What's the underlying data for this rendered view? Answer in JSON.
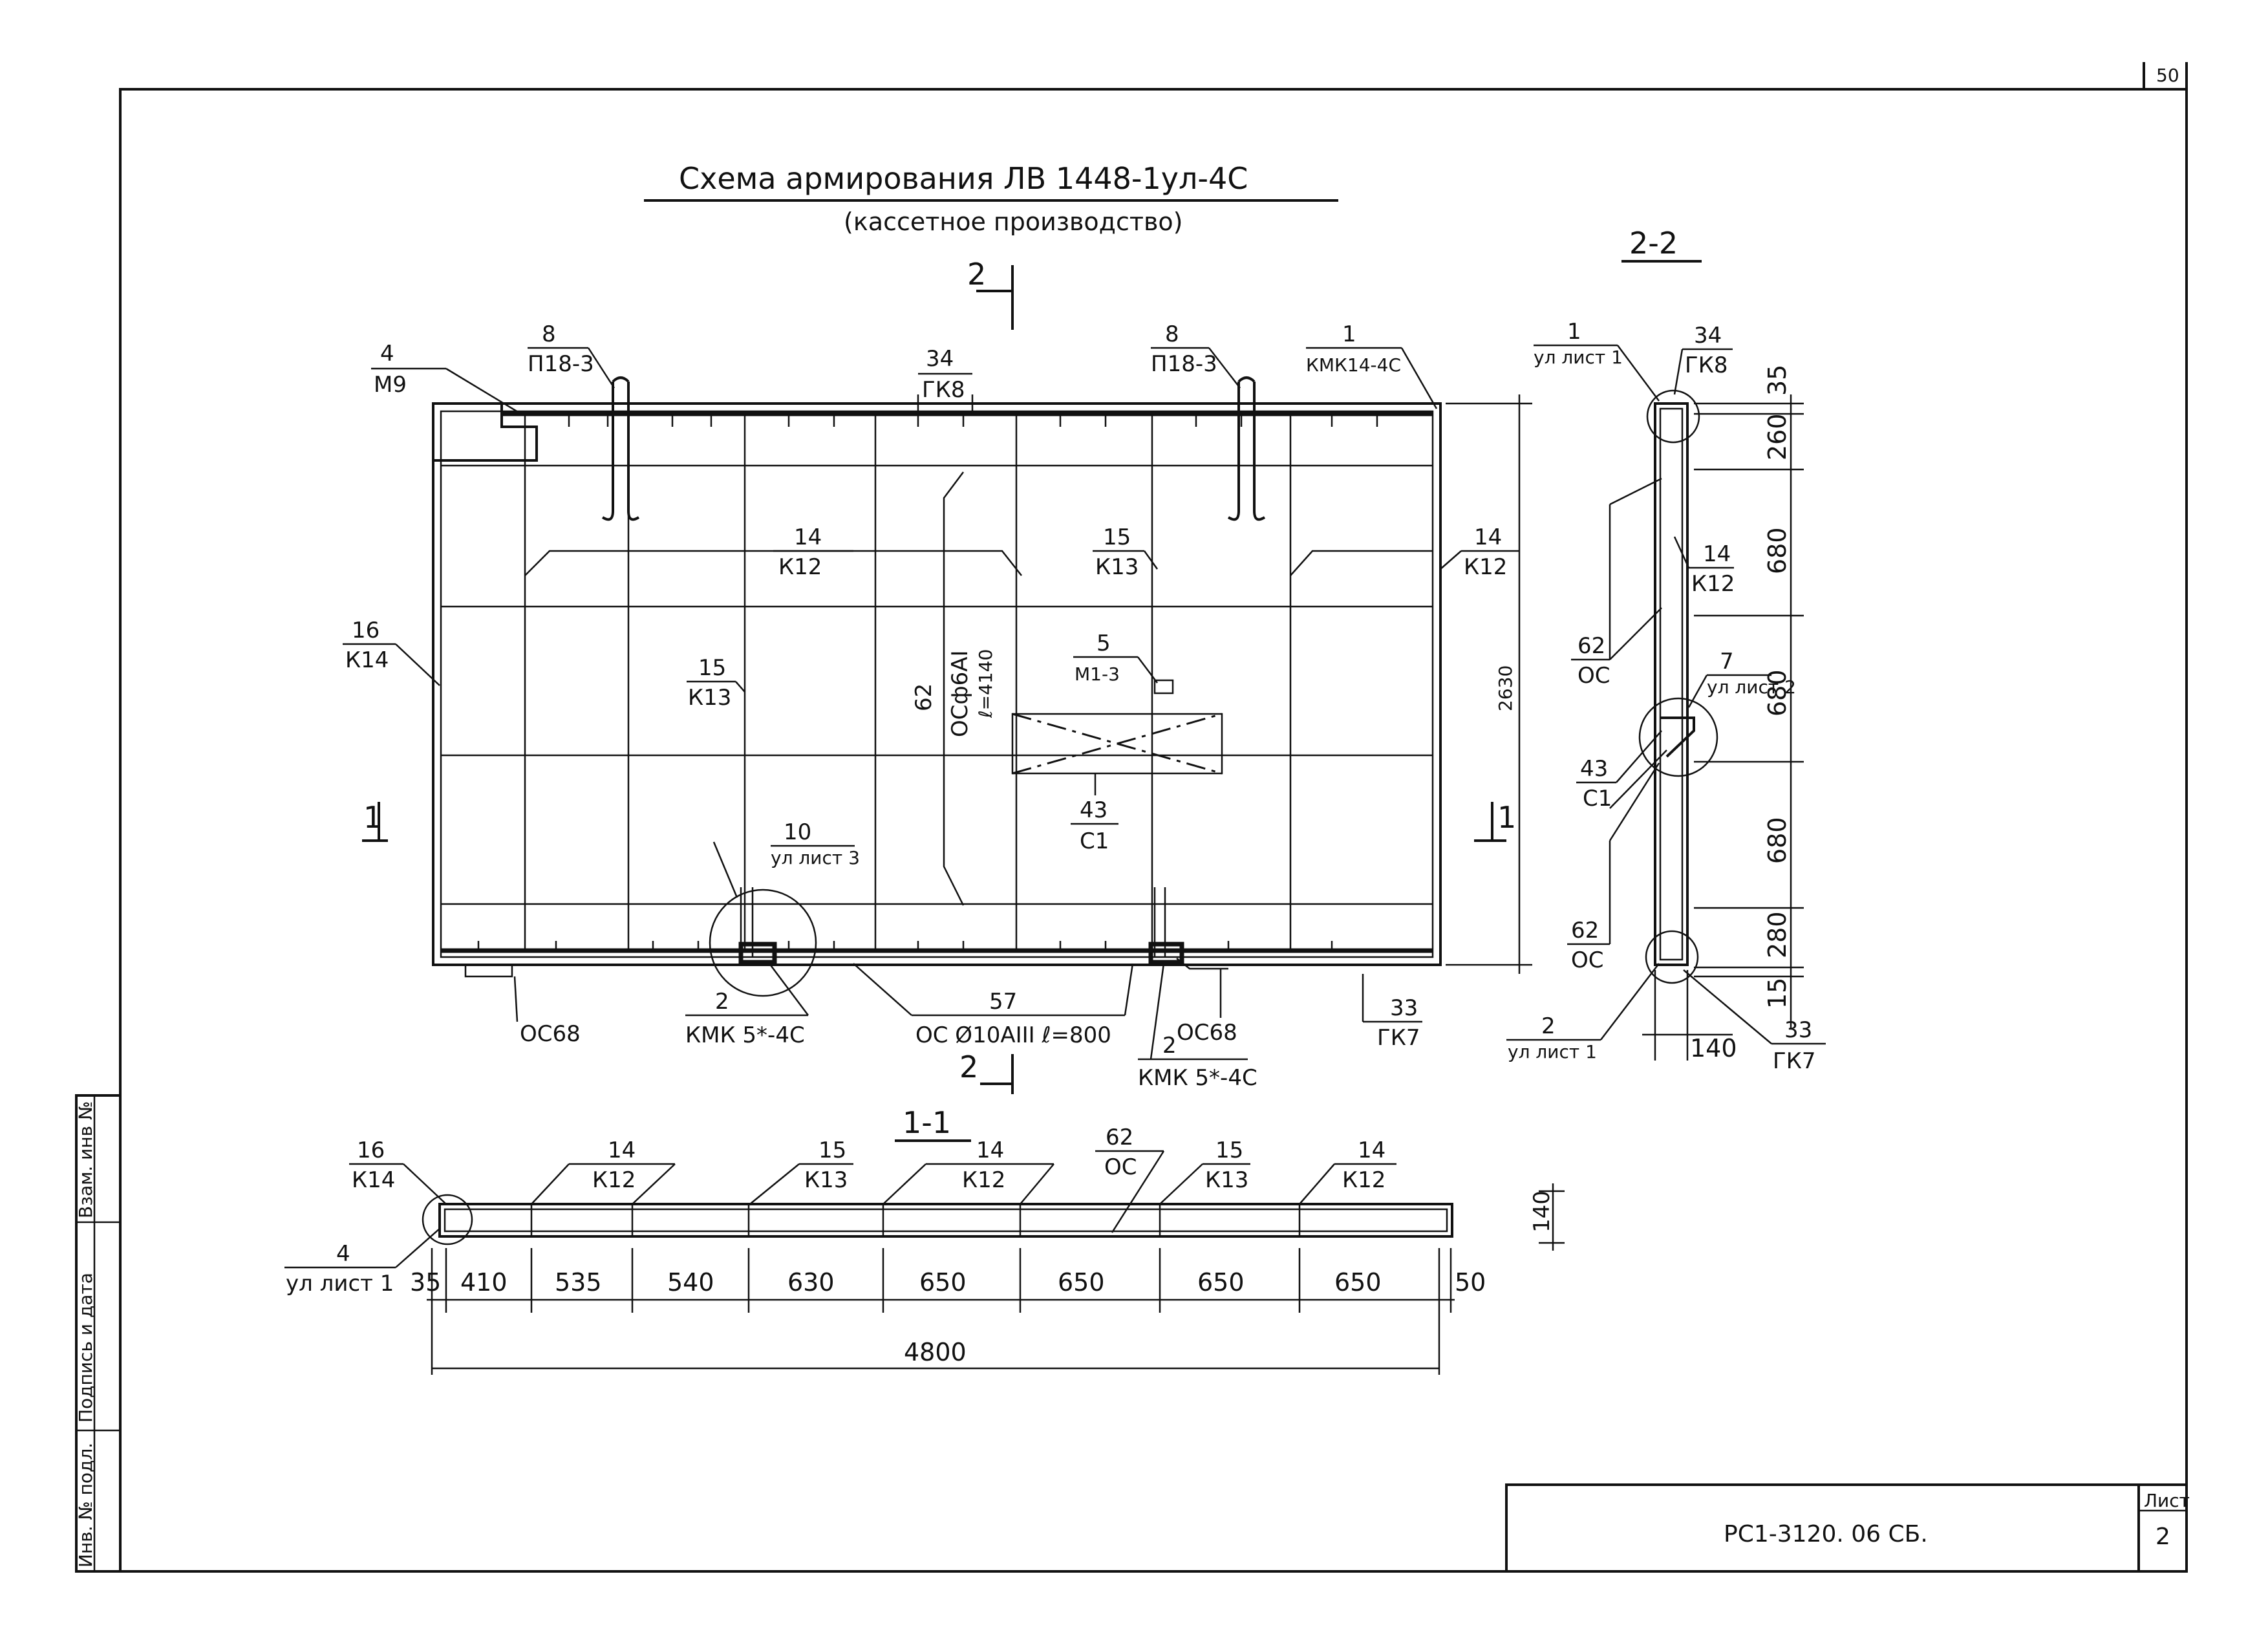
{
  "page_corner": "50",
  "title": "Схема армирования ЛВ 1448-1ул-4С",
  "subtitle": "(кассетное производство)",
  "section_2_2": "2-2",
  "section_1_1": "1-1",
  "cut_marks": {
    "cut2": "2",
    "cut1": "1"
  },
  "callouts": {
    "c4m9": [
      "4",
      "М9"
    ],
    "c8a": [
      "8",
      "П18-3"
    ],
    "c34": [
      "34",
      "ГК8"
    ],
    "c8b": [
      "8",
      "П18-3"
    ],
    "c1": [
      "1",
      "КМК14-4С"
    ],
    "c14a": [
      "14",
      "К12"
    ],
    "c15a": [
      "15",
      "К13"
    ],
    "c14b": [
      "14",
      "К12"
    ],
    "c16": [
      "16",
      "К14"
    ],
    "c15b": [
      "15",
      "К13"
    ],
    "c5": [
      "5",
      "М1-3"
    ],
    "c43": [
      "43",
      "С1"
    ],
    "c10": [
      "10",
      "ул лист 3"
    ],
    "c57": [
      "57",
      "ОС Ø10АIII ℓ=800"
    ],
    "c2a": [
      "2",
      "КМК 5*-4С"
    ],
    "c2b": [
      "2",
      "КМК 5*-4С"
    ],
    "c33": [
      "33",
      "ГК7"
    ],
    "oc68a": "ОС68",
    "oc68b": "ОС68",
    "c62": [
      "62",
      "ОСф6АI",
      "ℓ=4140"
    ]
  },
  "side": {
    "c1": [
      "1",
      "ул лист 1"
    ],
    "c34": [
      "34",
      "ГК8"
    ],
    "c14": [
      "14",
      "К12"
    ],
    "c62a": [
      "62",
      "ОС"
    ],
    "c7": [
      "7",
      "ул лист 2"
    ],
    "c43": [
      "43",
      "С1"
    ],
    "c62b": [
      "62",
      "ОС"
    ],
    "c2": [
      "2",
      "ул лист 1"
    ],
    "c33": [
      "33",
      "ГК7"
    ],
    "dims": [
      "35",
      "260",
      "680",
      "680",
      "680",
      "280",
      "15"
    ],
    "thick": "140"
  },
  "height_dim": "2630",
  "bottom": {
    "c16": [
      "16",
      "К14"
    ],
    "c14a": [
      "14",
      "К12"
    ],
    "c15a": [
      "15",
      "К13"
    ],
    "c14b": [
      "14",
      "К12"
    ],
    "c62": [
      "62",
      "ОС"
    ],
    "c15b": [
      "15",
      "К13"
    ],
    "c14c": [
      "14",
      "К12"
    ],
    "c4": [
      "4",
      "ул лист 1"
    ],
    "thick": "140",
    "dims": [
      "35",
      "410",
      "535",
      "540",
      "630",
      "650",
      "650",
      "650",
      "650",
      "50"
    ],
    "total": "4800"
  },
  "stamp": {
    "left_labels": [
      "Инв. № подл.",
      "Подпись и дата",
      "Взам. инв №"
    ],
    "doc": "РС1-3120. 06 СБ.",
    "sheet_label": "Лист",
    "sheet_no": "2"
  }
}
